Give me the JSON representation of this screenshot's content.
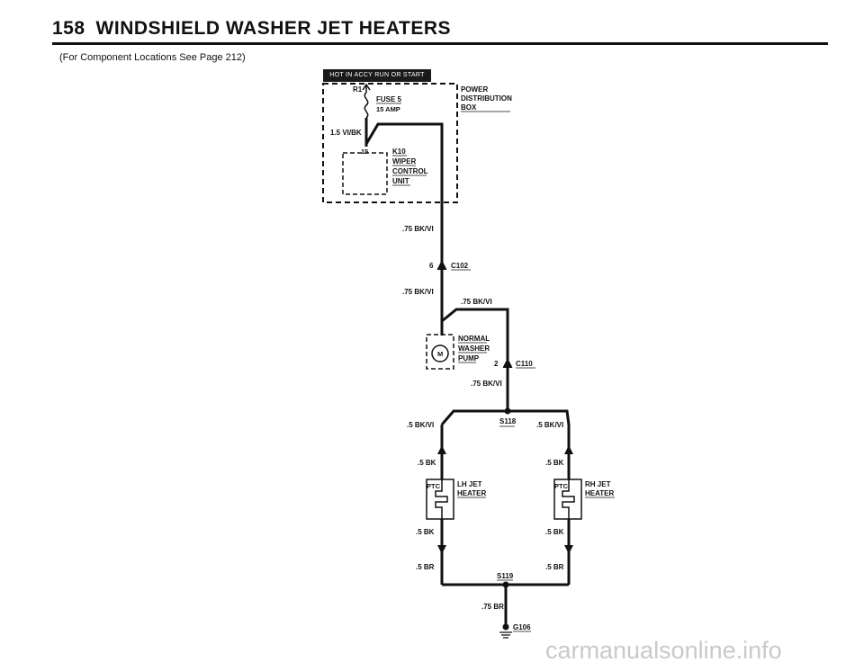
{
  "header": {
    "page_number": "158",
    "title": "WINDSHIELD WASHER JET HEATERS"
  },
  "subtitle": "(For Component Locations See Page 212)",
  "banner": "HOT IN ACCY RUN OR START",
  "power_box": {
    "label1": "POWER",
    "label2": "DISTRIBUTION",
    "label3": "BOX",
    "terminal": "R1"
  },
  "fuse": {
    "label": "FUSE 5",
    "rating": "15 AMP"
  },
  "wire_fuse_out": "1.5 VI/BK",
  "wiper_unit": {
    "pin": "15",
    "label1": "K10",
    "label2": "WIPER",
    "label3": "CONTROL",
    "label4": "UNIT"
  },
  "wires": {
    "w1": ".75 BK/VI",
    "w2": ".75 BK/VI",
    "w3": ".75 BK/VI",
    "w4": ".75 BK/VI",
    "w_left_top": ".5 BK/VI",
    "w_right_top": ".5 BK/VI",
    "w_left_mid": ".5 BK",
    "w_right_mid": ".5 BK",
    "w_left_low": ".5 BK",
    "w_right_low": ".5 BK",
    "w_left_br": ".5 BR",
    "w_right_br": ".5 BR",
    "w_ground": ".75 BR"
  },
  "connectors": {
    "c102_pin": "6",
    "c102": "C102",
    "c110_pin": "2",
    "c110": "C110"
  },
  "pump": {
    "label1": "NORMAL",
    "label2": "WASHER",
    "label3": "PUMP",
    "motor": "M"
  },
  "splices": {
    "s118": "S118",
    "s119": "S119"
  },
  "lh_heater": {
    "label1": "LH JET",
    "label2": "HEATER",
    "ptc": "PTC"
  },
  "rh_heater": {
    "label1": "RH JET",
    "label2": "HEATER",
    "ptc": "PTC"
  },
  "ground": "G106",
  "watermark": "carmanualsonline.info"
}
